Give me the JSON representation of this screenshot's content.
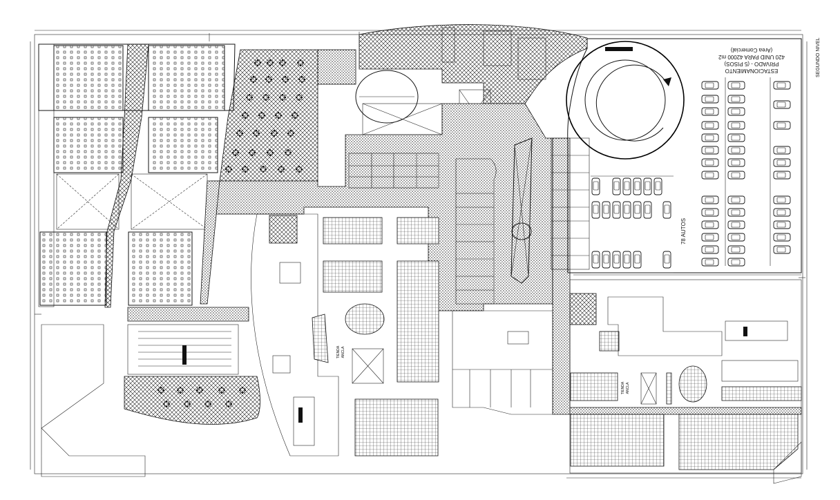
{
  "labels": {
    "level": "SEGUNDO NIVEL",
    "parking_title": "ESTACIONAMIENTO",
    "parking_line2": "PRIVADO - (5 PISOS)",
    "parking_line3": "420 UNID PARA 42000 m2",
    "parking_line4": "(Area Comercial)",
    "autos": "78 AUTOS",
    "anchor_store": "TIENDA",
    "anchor_store_sub": "ANCLA"
  },
  "colors": {
    "line": "#111111",
    "background": "#ffffff"
  }
}
